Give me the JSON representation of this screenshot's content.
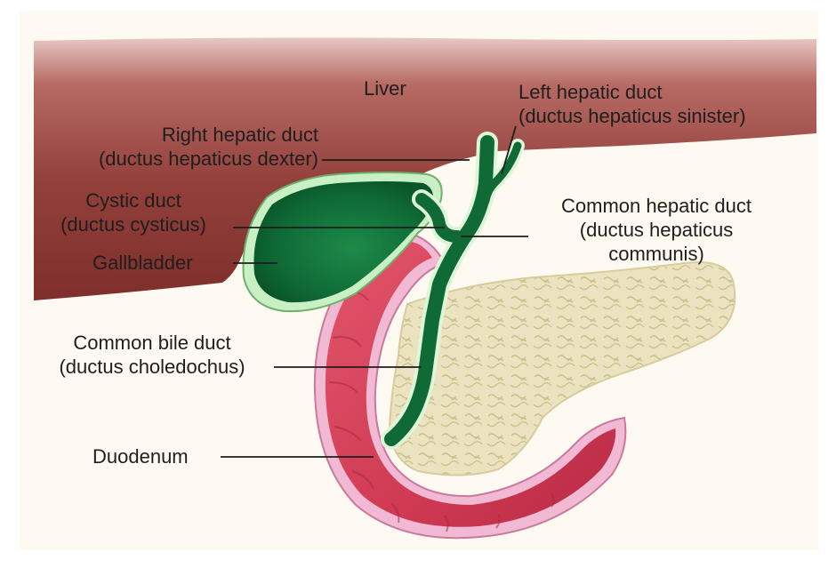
{
  "labels": {
    "liver": "Liver",
    "left_hepatic_duct": {
      "line1": "Left hepatic duct",
      "line2": "(ductus hepaticus sinister)"
    },
    "right_hepatic_duct": {
      "line1": "Right hepatic duct",
      "line2": "(ductus hepaticus dexter)"
    },
    "cystic_duct": {
      "line1": "Cystic duct",
      "line2": "(ductus cysticus)"
    },
    "common_hepatic_duct": {
      "line1": "Common hepatic duct",
      "line2": "(ductus hepaticus",
      "line3": "communis)"
    },
    "gallbladder": "Gallbladder",
    "common_bile_duct": {
      "line1": "Common bile duct",
      "line2": "(ductus choledochus)"
    },
    "duodenum": "Duodenum"
  },
  "colors": {
    "background": "#fefaf2",
    "liver": "#8e3a36",
    "bile_green": "#0f6a36",
    "gallbladder_rim": "#c9f0c4",
    "duodenum": "#d23b54",
    "duodenum_rim": "#f1b9d3",
    "pancreas": "#e9e2bc",
    "leader_line": "#1e1e1e"
  }
}
